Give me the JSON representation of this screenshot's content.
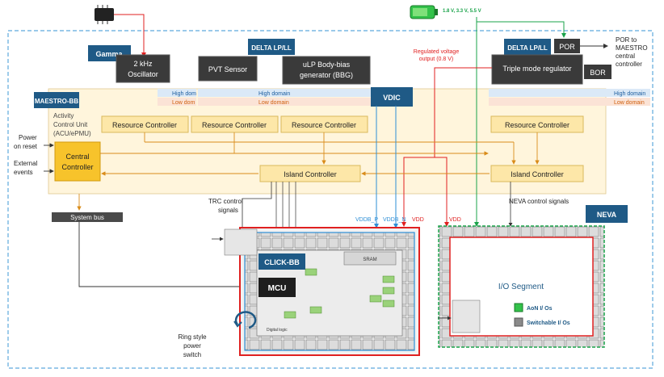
{
  "supply": {
    "voltages": "1.8 V, 3.3 V, 5.5 V"
  },
  "tags": {
    "gamma": "Gamma",
    "delta_top": "DELTA LP/LL",
    "delta_right": "DELTA LP/LL",
    "maestro": "MAESTRO-BB",
    "vdic": "VDIC",
    "neva": "NEVA",
    "click": "CLICK-BB"
  },
  "blocks": {
    "oscillator": [
      "2 kHz",
      "Oscillator"
    ],
    "pvt": "PVT Sensor",
    "bbg": [
      "uLP Body-bias",
      "generator (BBG)"
    ],
    "regulator": "Triple mode regulator",
    "por": "POR",
    "bor": "BOR",
    "central_controller": [
      "Central",
      "Controller"
    ],
    "mcu": "MCU",
    "sram": "SRAM",
    "digital_logic": "Digital logic",
    "system_bus": "System bus",
    "io_segment": "I/O Segment"
  },
  "resource_controllers": [
    "Resource Controller",
    "Resource Controller",
    "Resource Controller",
    "Resource Controller"
  ],
  "island_controllers": [
    "Island Controller",
    "Island Controller"
  ],
  "domains": {
    "high_left_short": "High dom",
    "low_left_short": "Low dom",
    "high_mid": "High domain",
    "low_mid": "Low domain",
    "high_right": "High domain",
    "low_right": "Low domain"
  },
  "labels": {
    "acu": [
      "Activity",
      "Control Unit",
      "(ACU/ePMU)"
    ],
    "power_on_reset": [
      "Power",
      "on reset"
    ],
    "external_events": [
      "External",
      "events"
    ],
    "por_to_maestro": [
      "POR to",
      "MAESTRO",
      "central",
      "controller"
    ],
    "regulated_voltage": [
      "Regulated voltage",
      "output (0.8 V)"
    ],
    "trc": [
      "TRC control",
      "signals"
    ],
    "neva_signals": "NEVA control signals",
    "vddb_p": "VDDB_P",
    "vddb_n": "VDDB_N",
    "vdd_left": "VDD",
    "vdd_right": "VDD",
    "ring_switch": [
      "Ring style",
      "power",
      "switch"
    ],
    "aon_ios": "AoN I/ Os",
    "switchable_ios": "Switchable I/ Os"
  }
}
